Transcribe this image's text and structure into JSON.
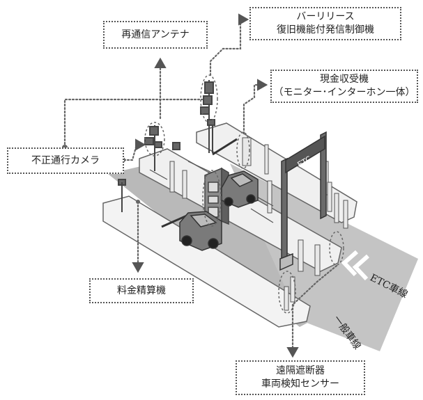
{
  "callouts": {
    "antenna": "再通信アンテナ",
    "bar_release_1": "バーリリース",
    "bar_release_2": "復旧機能付発信制御機",
    "cash_1": "現金収受機",
    "cash_2": "（モニター･インターホン一体）",
    "camera": "不正通行カメラ",
    "fare": "料金精算機",
    "barrier_1": "遠隔遮断器",
    "barrier_2": "車両検知センサー"
  },
  "lanes": {
    "etc": "ETC車線",
    "general": "一般車線"
  },
  "gantry_sign": "ETC"
}
